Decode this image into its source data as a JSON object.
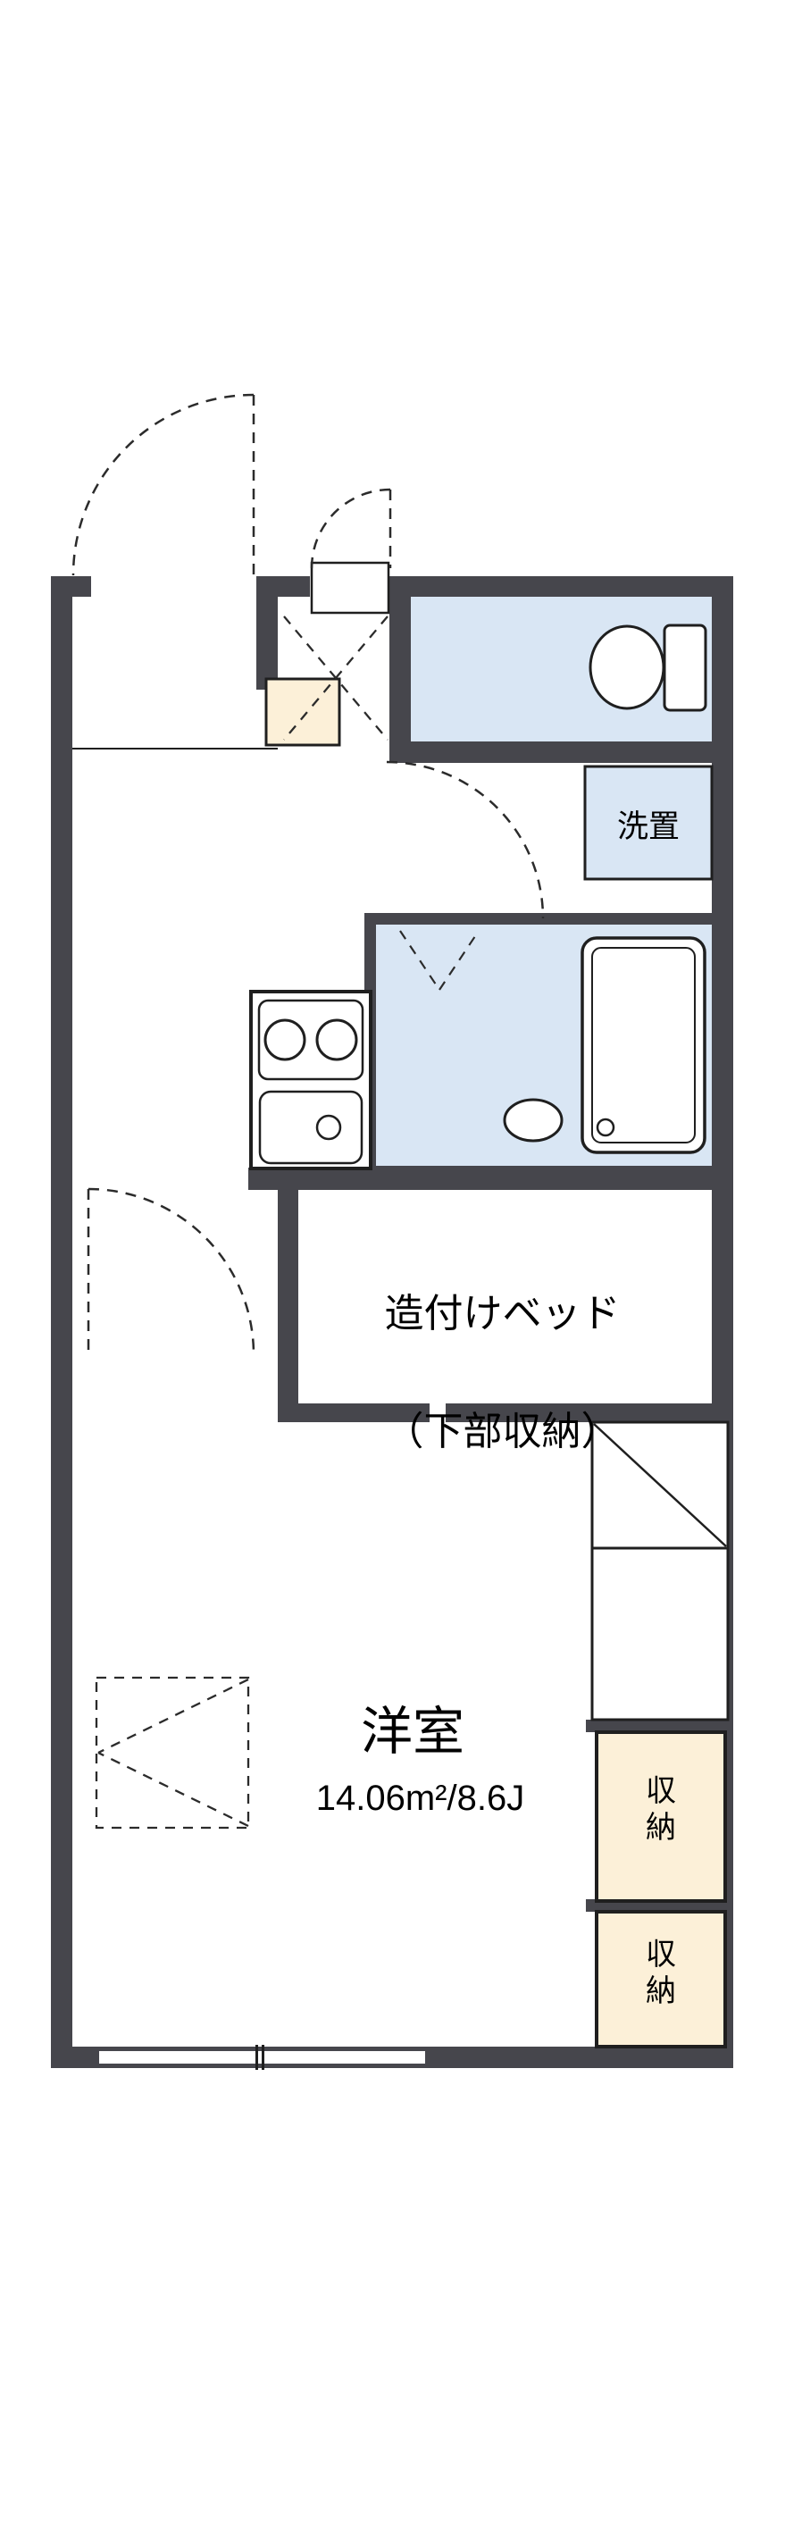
{
  "floor_plan": {
    "laundry": {
      "label": "洗置"
    },
    "built_in_bed": {
      "label_line1": "造付けベッド",
      "label_line2": "（下部収納）"
    },
    "western_room": {
      "label": "洋室",
      "area": "14.06m²/8.6J"
    },
    "storage_upper": {
      "label": "収\n納"
    },
    "storage_lower": {
      "label": "収\n納"
    },
    "icons": {
      "toilet": "toilet-icon",
      "bathtub": "bathtub-icon",
      "stove": "stove-two-burner-icon",
      "sink": "kitchen-sink-icon",
      "washplace_stool": "bath-stool-icon",
      "door_swings": "door-swing-arc",
      "closet_diagonal": "closet-diagonal-mark",
      "window": "window-symbol"
    }
  },
  "colors": {
    "wall": "#46464c",
    "water_room": "#d9e6f4",
    "storage": "#fcf0d8",
    "line": "#1f1f1f",
    "background": "#ffffff"
  }
}
